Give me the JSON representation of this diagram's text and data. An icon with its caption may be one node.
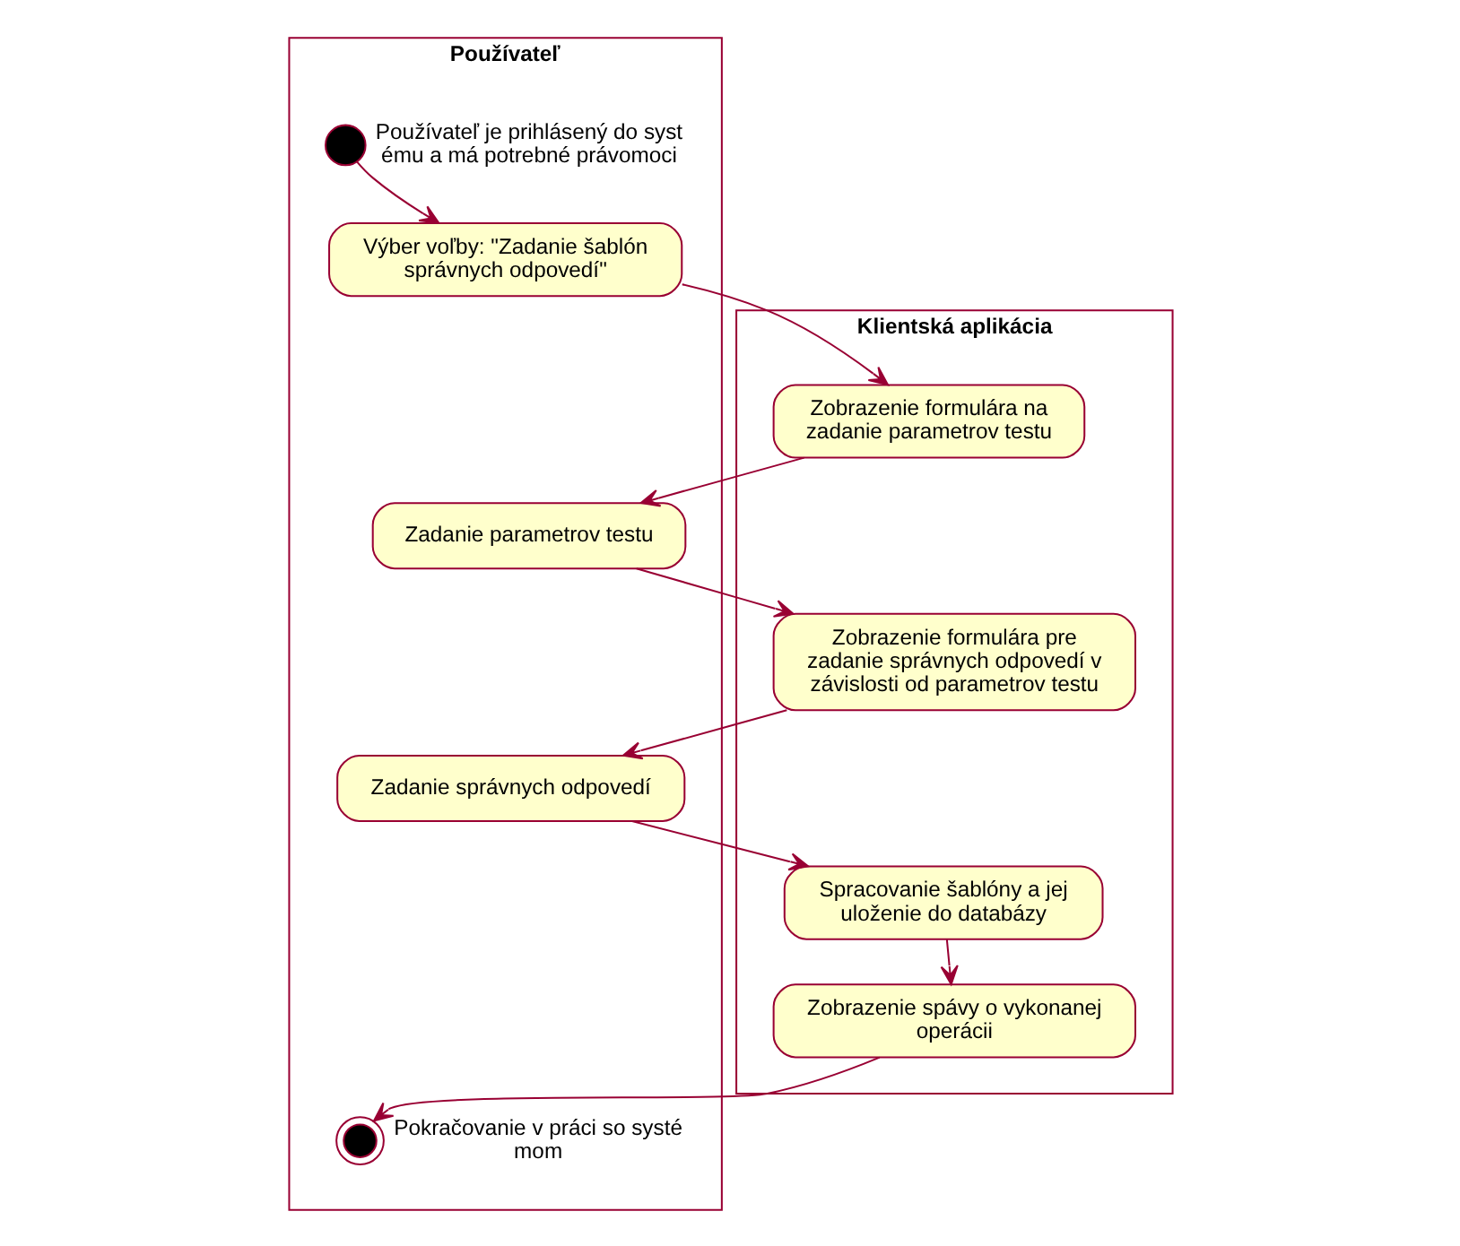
{
  "diagram": {
    "nodes": [
      {
        "text": [
          "Používateľ"
        ]
      },
      {
        "text": [
          "Klientská aplikácia"
        ]
      },
      {
        "text": [],
        "shape": "circle",
        "in": 0,
        "beside": [
          "Používateľ je prihlásený do syst ému a má potrebné právomoci"
        ]
      },
      {
        "text": [
          "Výber voľby: \"Zadanie šablón správnych odpovedí\""
        ],
        "in": 0
      },
      {
        "text": [
          "Zobrazenie formulára na zadanie parametrov testu"
        ],
        "in": 1
      },
      {
        "text": [
          "Zadanie parametrov testu"
        ],
        "in": 0
      },
      {
        "text": [
          "Zobrazenie formulára pre zadanie správnych odpovedí v závislosti od parametrov testu"
        ],
        "in": 1
      },
      {
        "text": [
          "Zadanie správnych odpovedí"
        ],
        "in": 0
      },
      {
        "text": [
          "Spracovanie šablóny a jej uloženie do databázy"
        ],
        "in": 1
      },
      {
        "text": [
          "Zobrazenie spávy o vykonanej operácii"
        ],
        "in": 1
      },
      {
        "text": [],
        "shape": "bullseye",
        "in": 0,
        "beside": [
          "Pokračovanie v práci so systé mom"
        ]
      }
    ],
    "edges": [
      {
        "from": 2,
        "to": 3,
        "arrow": "to"
      },
      {
        "from": 3,
        "to": 4,
        "arrow": "to"
      },
      {
        "from": 4,
        "to": 5,
        "arrow": "to"
      },
      {
        "from": 5,
        "to": 6,
        "arrow": "to"
      },
      {
        "from": 6,
        "to": 7,
        "arrow": "to"
      },
      {
        "from": 7,
        "to": 8,
        "arrow": "to"
      },
      {
        "from": 8,
        "to": 9,
        "arrow": "to"
      },
      {
        "from": 9,
        "to": 10,
        "arrow": "to"
      }
    ]
  }
}
